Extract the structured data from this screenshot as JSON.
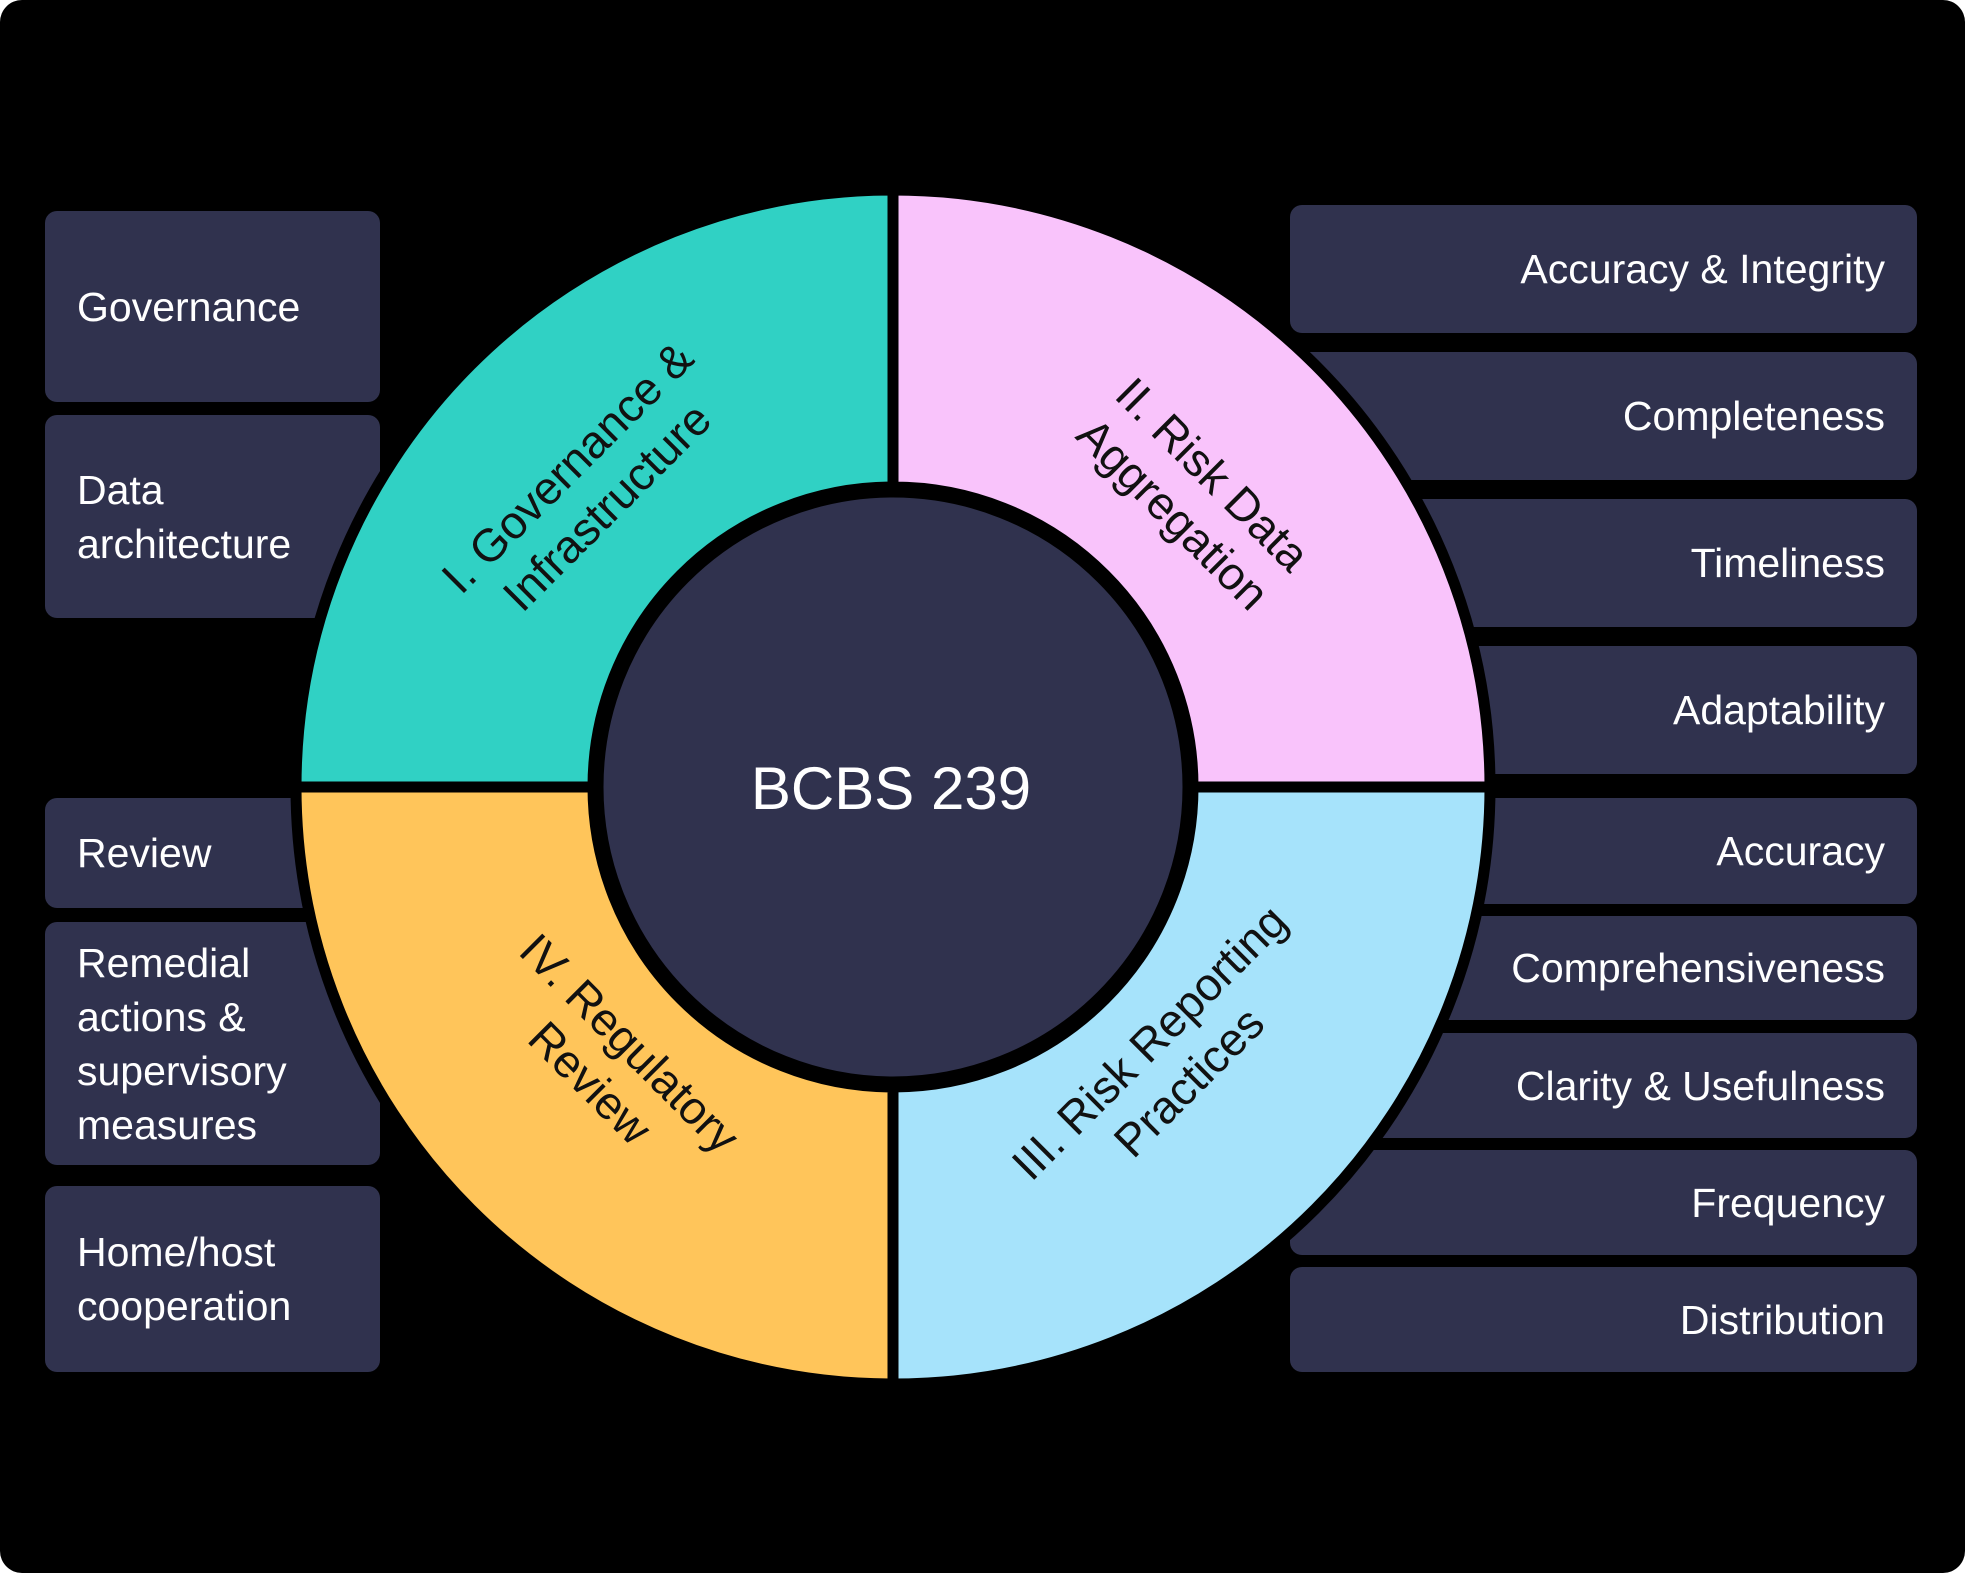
{
  "center_label": "BCBS 239",
  "colors": {
    "background": "#000000",
    "box": "#30324e",
    "text_light": "#ffffff",
    "text_dark": "#111111",
    "outline": "#000000"
  },
  "segments": [
    {
      "label_lines": [
        "I. Governance &",
        "Infrastructure"
      ],
      "color": "#30d1c4"
    },
    {
      "label_lines": [
        "II. Risk Data",
        "Aggregation"
      ],
      "color": "#f9c3fb"
    },
    {
      "label_lines": [
        "III. Risk Reporting",
        "Practices"
      ],
      "color": "#a6e3fb"
    },
    {
      "label_lines": [
        "IV. Regulatory",
        "Review"
      ],
      "color": "#ffc55a"
    }
  ],
  "left_boxes": [
    {
      "lines": [
        "Governance"
      ]
    },
    {
      "lines": [
        "Data",
        "architecture"
      ]
    },
    {
      "lines": [
        "Review"
      ]
    },
    {
      "lines": [
        "Remedial",
        "actions &",
        "supervisory",
        "measures"
      ]
    },
    {
      "lines": [
        "Home/host",
        "cooperation"
      ]
    }
  ],
  "right_boxes": [
    {
      "lines": [
        "Accuracy & Integrity"
      ]
    },
    {
      "lines": [
        "Completeness"
      ]
    },
    {
      "lines": [
        "Timeliness"
      ]
    },
    {
      "lines": [
        "Adaptability"
      ]
    },
    {
      "lines": [
        "Accuracy"
      ]
    },
    {
      "lines": [
        "Comprehensiveness"
      ]
    },
    {
      "lines": [
        "Clarity & Usefulness"
      ]
    },
    {
      "lines": [
        "Frequency"
      ]
    },
    {
      "lines": [
        "Distribution"
      ]
    }
  ]
}
